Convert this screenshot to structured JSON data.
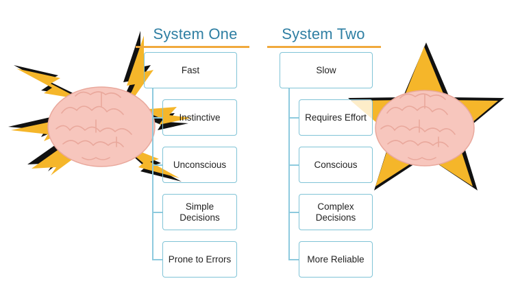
{
  "system_one": {
    "title": "System One",
    "root": "Fast",
    "items": [
      "Instinctive",
      "Unconscious",
      "Simple\nDecisions",
      "Prone to Errors"
    ]
  },
  "system_two": {
    "title": "System Two",
    "root": "Slow",
    "items": [
      "Requires Effort",
      "Conscious",
      "Complex\nDecisions",
      "More Reliable"
    ]
  },
  "colors": {
    "heading": "#2f7fa3",
    "underline": "#f0a93c",
    "box_border": "#7fc3d6",
    "brain": "#f7c6bd",
    "bolt": "#f5b62a",
    "star": "#f5b62a"
  }
}
